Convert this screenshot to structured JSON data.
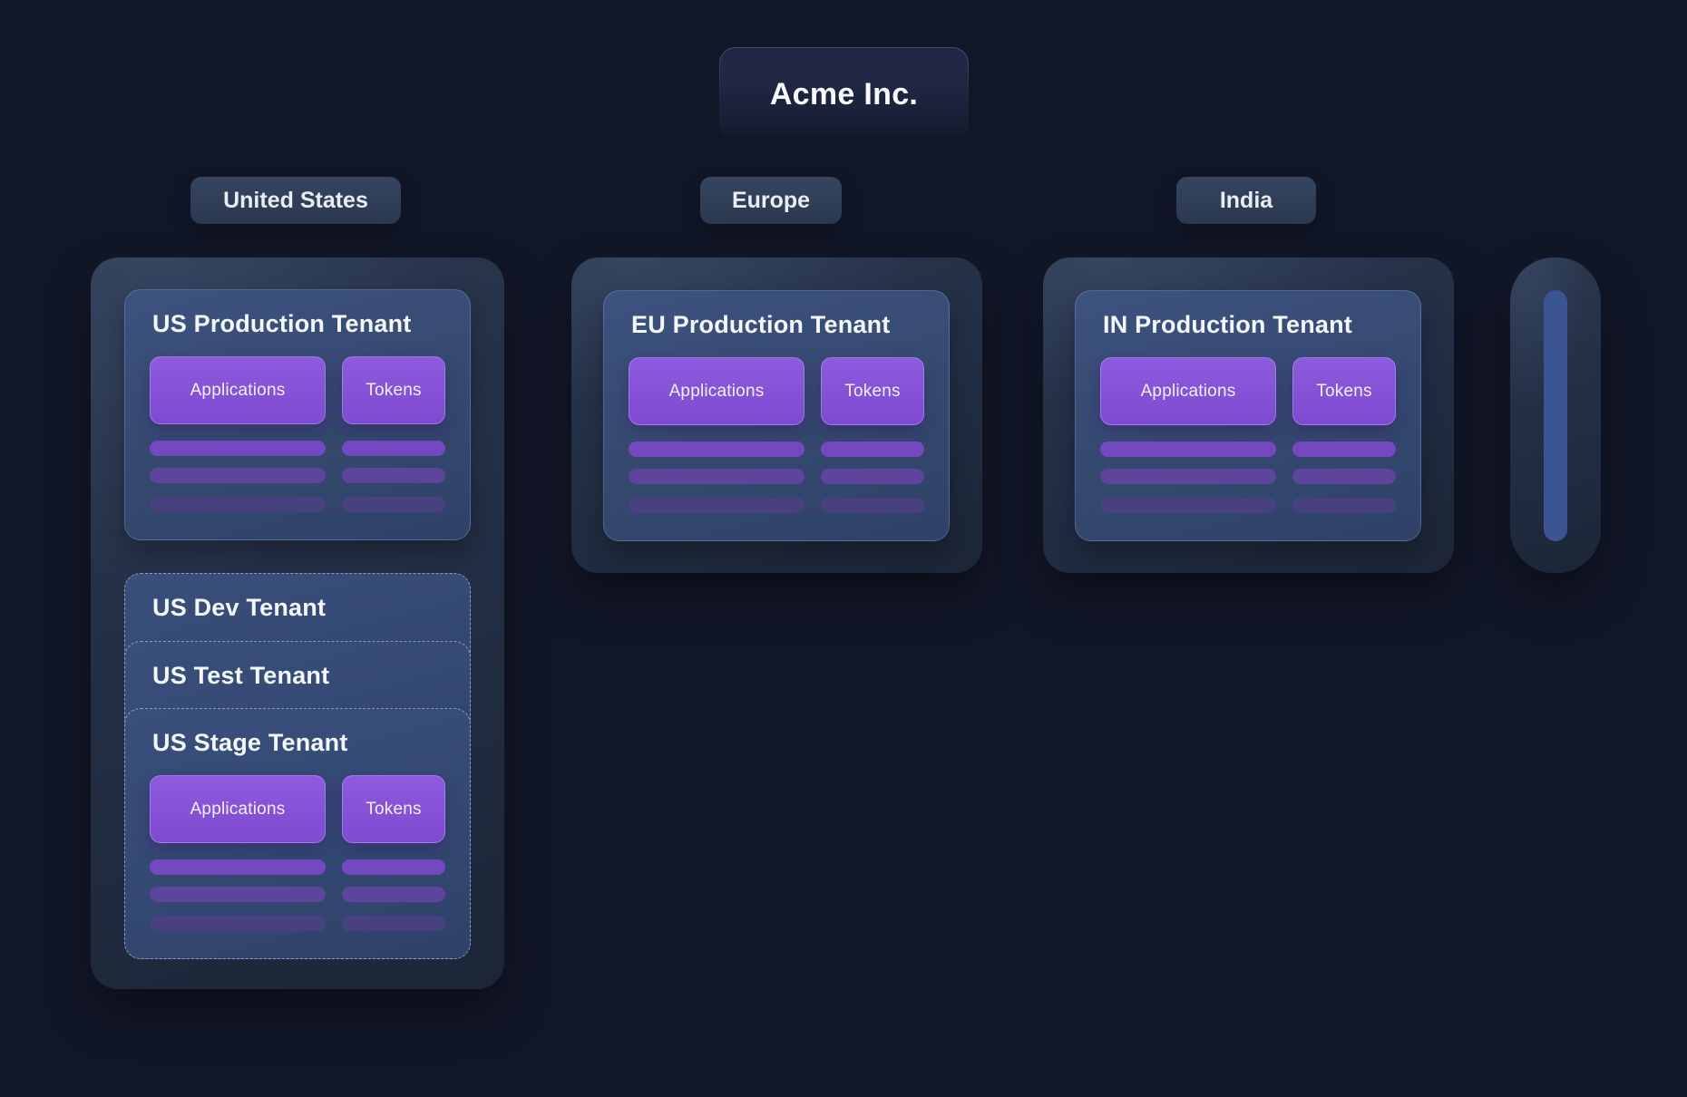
{
  "org": {
    "title": "Acme Inc."
  },
  "regions": [
    {
      "label": "United States",
      "tenants": [
        {
          "name": "US Production Tenant",
          "style": "solid",
          "has_details": true
        },
        {
          "name": "US Dev Tenant",
          "style": "dashed",
          "has_details": false
        },
        {
          "name": "US Test Tenant",
          "style": "dashed",
          "has_details": false
        },
        {
          "name": "US Stage Tenant",
          "style": "dashed",
          "has_details": true
        }
      ]
    },
    {
      "label": "Europe",
      "tenants": [
        {
          "name": "EU Production Tenant",
          "style": "solid",
          "has_details": true
        }
      ]
    },
    {
      "label": "India",
      "tenants": [
        {
          "name": "IN Production Tenant",
          "style": "solid",
          "has_details": true
        }
      ]
    }
  ],
  "tenant_actions": {
    "applications": "Applications",
    "tokens": "Tokens"
  },
  "colors": {
    "background": "#121728",
    "region_card": "#232f45",
    "region_label": "#2f3d56",
    "tenant_card": "#35496f",
    "accent_purple": "#8351d4",
    "skeleton_purple_bright": "#7449c0",
    "skeleton_purple_mid": "#5d459c",
    "skeleton_purple_dim": "#474180",
    "peek_bar_blue": "#3b5493",
    "title_text": "#f4f7fb"
  }
}
